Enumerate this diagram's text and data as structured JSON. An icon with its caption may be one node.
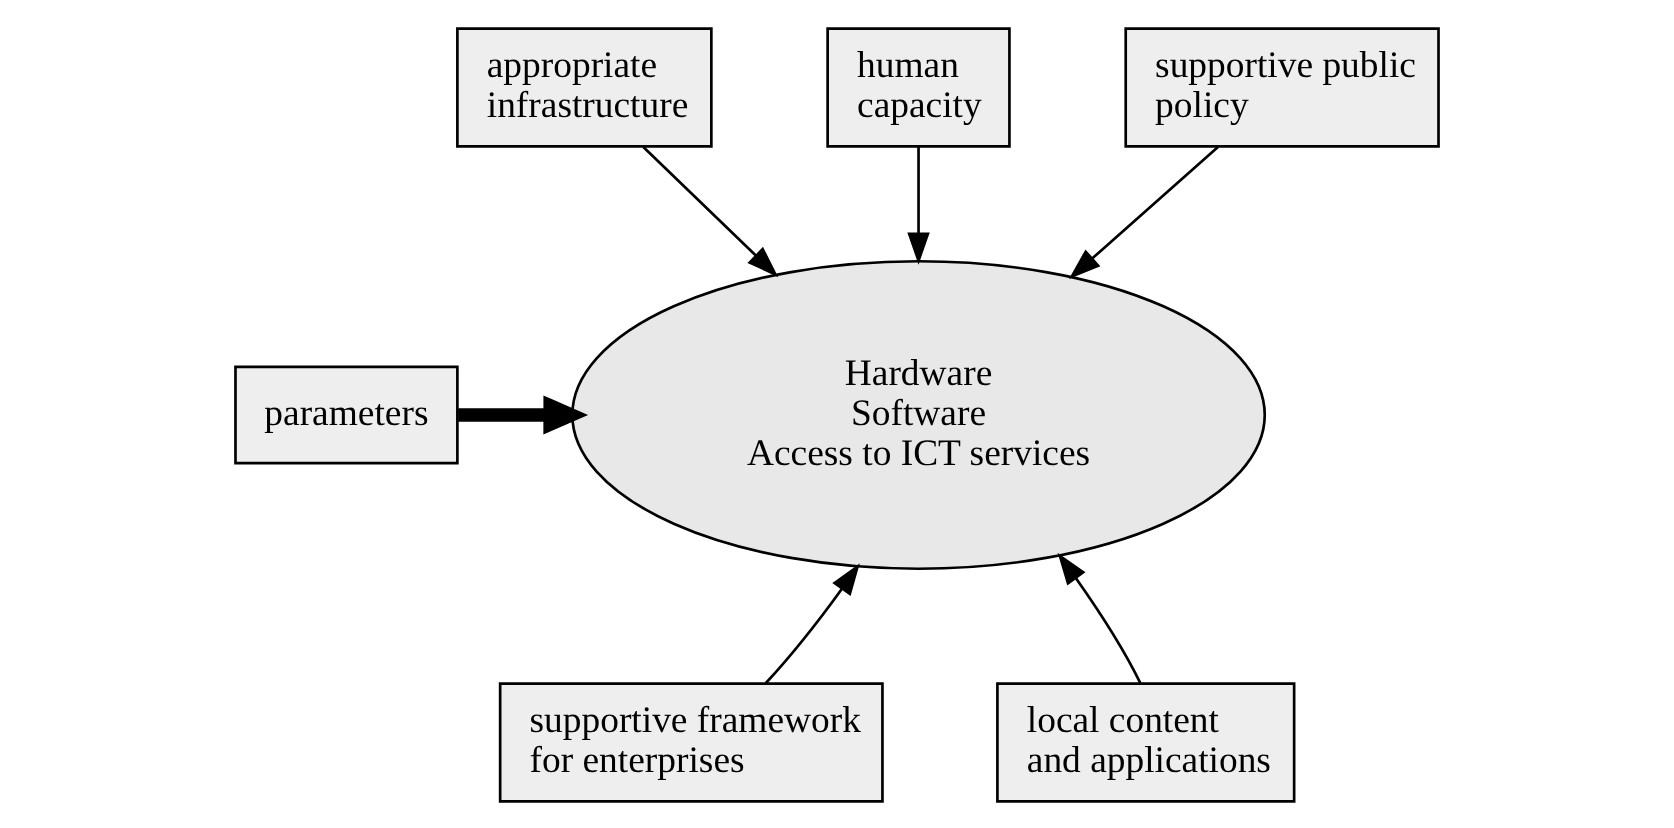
{
  "diagram": {
    "nodes": [
      {
        "text": [
          "Hardware",
          "Software",
          "Access to ICT services"
        ]
      },
      {
        "text": [
          "appropriate infrastructure"
        ]
      },
      {
        "text": [
          "human capacity"
        ]
      },
      {
        "text": [
          "supportive public policy"
        ]
      },
      {
        "text": [
          "parameters"
        ]
      },
      {
        "text": [
          "supportive framework for enterprises"
        ]
      },
      {
        "text": [
          "local content and applications"
        ]
      }
    ],
    "edges": [
      {
        "from": 1,
        "to": 0,
        "arrow": "to"
      },
      {
        "from": 2,
        "to": 0,
        "arrow": "to"
      },
      {
        "from": 3,
        "to": 0,
        "arrow": "to"
      },
      {
        "from": 4,
        "to": 0,
        "arrow": "to",
        "style": "thick"
      },
      {
        "from": 5,
        "to": 0,
        "arrow": "to"
      },
      {
        "from": 6,
        "to": 0,
        "arrow": "to"
      }
    ]
  }
}
